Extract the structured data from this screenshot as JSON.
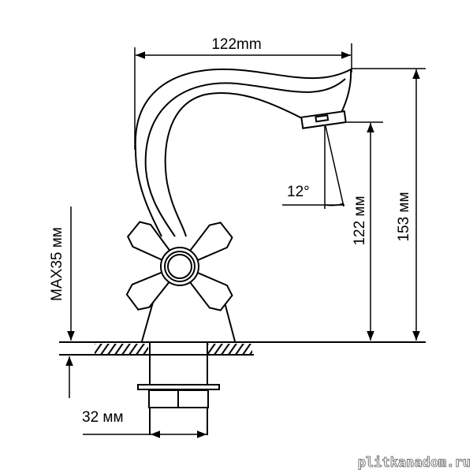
{
  "diagram": {
    "title": "Faucet dimension drawing",
    "dimensions": {
      "spout_reach": "122mm",
      "total_height": "153 мм",
      "outlet_height": "122 мм",
      "spout_angle": "12°",
      "max_countertop": "MAX35 мм",
      "pipe_diameter": "32 мм"
    },
    "watermark": "plitkanadom.ru"
  }
}
